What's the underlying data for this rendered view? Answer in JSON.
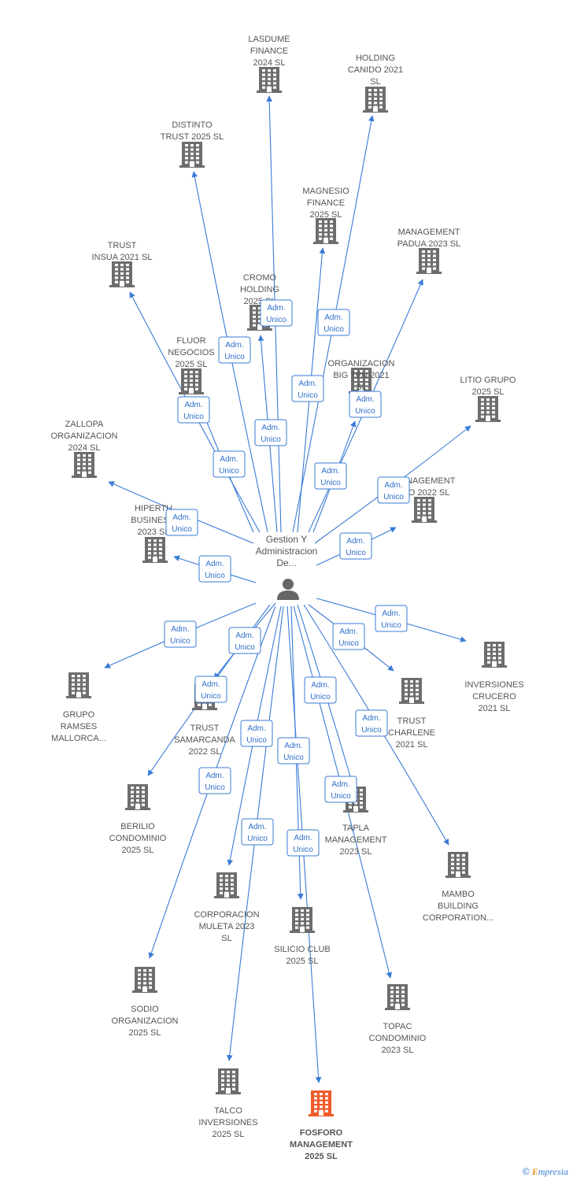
{
  "center": {
    "label_lines": [
      "Gestion Y",
      "Administracion",
      "De..."
    ]
  },
  "edge_label": [
    "Adm.",
    "Unico"
  ],
  "colors": {
    "edge": "#3a7bd5",
    "building": "#6d6d6d",
    "highlight": "#f05a28",
    "person": "#666666"
  },
  "nodes": [
    {
      "id": "lasdume",
      "lines": [
        "LASDUME",
        "FINANCE",
        "2024  SL"
      ]
    },
    {
      "id": "holding-canido",
      "lines": [
        "HOLDING",
        "CANIDO 2021",
        "SL"
      ]
    },
    {
      "id": "distinto-trust",
      "lines": [
        "DISTINTO",
        "TRUST 2025  SL"
      ]
    },
    {
      "id": "magnesio",
      "lines": [
        "MAGNESIO",
        "FINANCE",
        "2025  SL"
      ]
    },
    {
      "id": "management-padua",
      "lines": [
        "MANAGEMENT",
        "PADUA 2023  SL"
      ]
    },
    {
      "id": "trust-insua",
      "lines": [
        "TRUST",
        "INSUA 2021  SL"
      ]
    },
    {
      "id": "cromo",
      "lines": [
        "CROMO",
        "HOLDING",
        "2025  SL"
      ]
    },
    {
      "id": "fluor",
      "lines": [
        "FLUOR",
        "NEGOCIOS",
        "2025  SL"
      ]
    },
    {
      "id": "organizacion-big-ten",
      "lines": [
        "ORGANIZACION",
        "BIG TEN 2021",
        "SL"
      ]
    },
    {
      "id": "litio",
      "lines": [
        "LITIO GRUPO",
        "2025  SL"
      ]
    },
    {
      "id": "zallopa",
      "lines": [
        "ZALLOPA",
        "ORGANIZACION",
        "2024  SL"
      ]
    },
    {
      "id": "management-2022",
      "lines": [
        "MANAGEMENT",
        "...IO 2022  SL"
      ]
    },
    {
      "id": "hipertu",
      "lines": [
        "HIPERTU",
        "BUSINES...",
        "2023  SL"
      ]
    },
    {
      "id": "inversiones-crucero",
      "lines": [
        "INVERSIONES",
        "CRUCERO",
        "2021  SL"
      ]
    },
    {
      "id": "grupo-ramses",
      "lines": [
        "GRUPO",
        "RAMSES",
        "MALLORCA..."
      ]
    },
    {
      "id": "trust-charlene",
      "lines": [
        "TRUST",
        "CHARLENE",
        "2021  SL"
      ]
    },
    {
      "id": "trust-samarcanda",
      "lines": [
        "TRUST",
        "SAMARCANDA",
        "2022  SL"
      ]
    },
    {
      "id": "berilio",
      "lines": [
        "BERILIO",
        "CONDOMINIO",
        "2025  SL"
      ]
    },
    {
      "id": "tapla",
      "lines": [
        "TAPLA",
        "MANAGEMENT",
        "2023  SL"
      ]
    },
    {
      "id": "mambo",
      "lines": [
        "MAMBO",
        "BUILDING",
        "CORPORATION..."
      ]
    },
    {
      "id": "corporacion-muleta",
      "lines": [
        "CORPORACION",
        "MULETA 2023",
        "SL"
      ]
    },
    {
      "id": "silicio",
      "lines": [
        "SILICIO CLUB",
        "2025  SL"
      ]
    },
    {
      "id": "sodio",
      "lines": [
        "SODIO",
        "ORGANIZACION",
        "2025  SL"
      ]
    },
    {
      "id": "topac",
      "lines": [
        "TOPAC",
        "CONDOMINIO",
        "2023  SL"
      ]
    },
    {
      "id": "talco",
      "lines": [
        "TALCO",
        "INVERSIONES",
        "2025  SL"
      ]
    },
    {
      "id": "fosforo",
      "lines": [
        "FOSFORO",
        "MANAGEMENT",
        "2025  SL"
      ],
      "highlight": true
    }
  ],
  "footer": {
    "copyright": "©",
    "brand_first": "E",
    "brand_rest": "mpresia"
  }
}
